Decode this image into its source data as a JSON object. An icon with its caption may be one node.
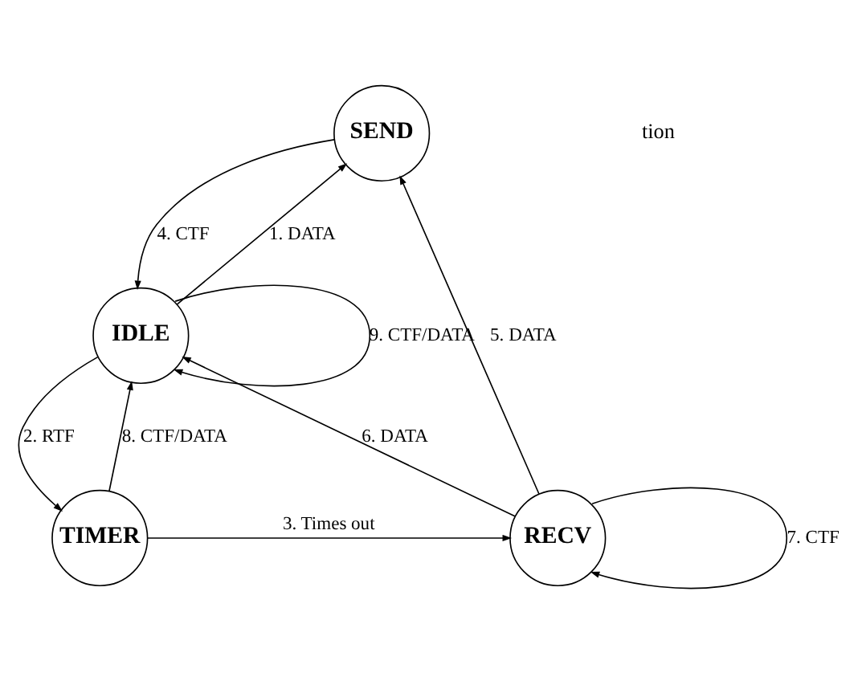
{
  "diagram": {
    "nodes": [
      {
        "text": [
          "SEND"
        ]
      },
      {
        "text": [
          "IDLE"
        ]
      },
      {
        "text": [
          "TIMER"
        ]
      },
      {
        "text": [
          "RECV"
        ]
      }
    ],
    "edges": [
      {
        "from": 1,
        "to": 0,
        "arrow": "to",
        "label": "1. DATA"
      },
      {
        "from": 0,
        "to": 1,
        "arrow": "to",
        "label": "4. CTF"
      },
      {
        "from": 3,
        "to": 0,
        "arrow": "to",
        "label": "5. DATA"
      },
      {
        "from": 2,
        "to": 1,
        "arrow": "to",
        "label": "8. CTF/DATA"
      },
      {
        "from": 1,
        "to": 1,
        "arrow": "to",
        "label": "9. CTF/DATA"
      },
      {
        "from": 1,
        "to": 2,
        "arrow": "to",
        "label": "2. RTF"
      },
      {
        "from": 3,
        "to": 1,
        "arrow": "to",
        "label": "6. DATA"
      },
      {
        "from": 3,
        "to": 3,
        "arrow": "to",
        "label": "7. CTF"
      },
      {
        "from": 2,
        "to": 3,
        "arrow": "to",
        "label": "3. Times out"
      }
    ],
    "labels": [
      "tion"
    ]
  }
}
